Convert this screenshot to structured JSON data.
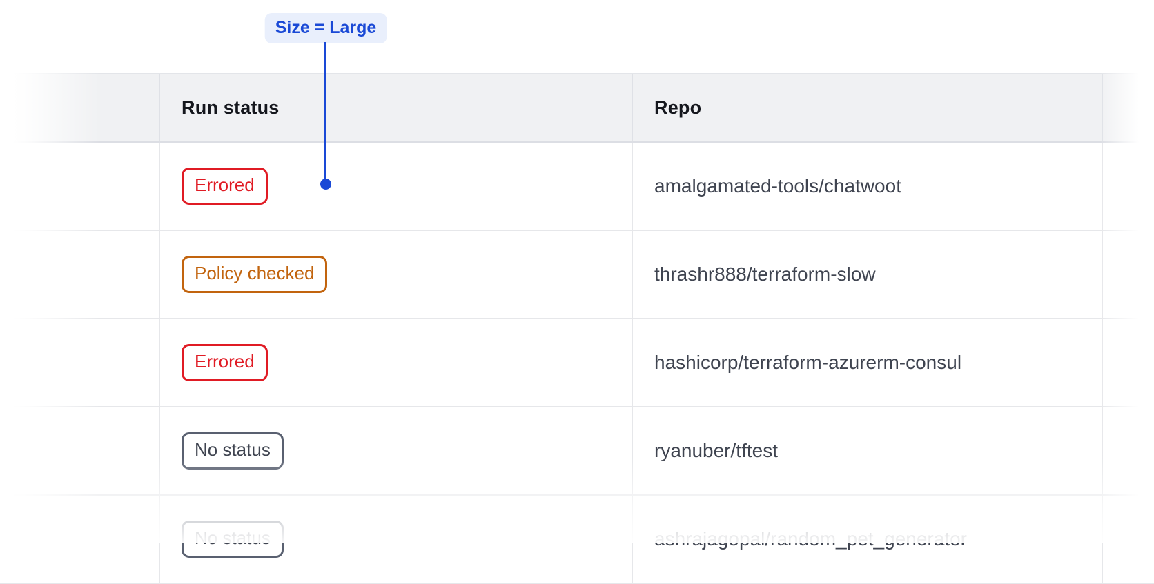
{
  "annotation": {
    "label": "Size = Large",
    "text_color": "#1a49d6",
    "bg_color": "#e9effc"
  },
  "table": {
    "headers": [
      {
        "key": "run_status",
        "label": "Run status"
      },
      {
        "key": "repo",
        "label": "Repo"
      }
    ],
    "rows": [
      {
        "run_status": "Errored",
        "status_type": "errored",
        "repo": "amalgamated-tools/chatwoot"
      },
      {
        "run_status": "Policy checked",
        "status_type": "policy-checked",
        "repo": "thrashr888/terraform-slow"
      },
      {
        "run_status": "Errored",
        "status_type": "errored",
        "repo": "hashicorp/terraform-azurerm-consul"
      },
      {
        "run_status": "No status",
        "status_type": "no-status",
        "repo": "ryanuber/tftest"
      },
      {
        "run_status": "No status",
        "status_type": "no-status",
        "repo": "ashrajagopal/random_pet_generator"
      }
    ],
    "status_colors": {
      "errored": {
        "text": "#e01b24",
        "border": "#e01b24"
      },
      "policy-checked": {
        "text": "#c2640e",
        "border": "#c2640e"
      },
      "no-status": {
        "text": "#3f4450",
        "border": "#596070"
      }
    },
    "header_bg": "#f0f1f3",
    "border_color": "#e6e7ea",
    "header_text_color": "#15171d",
    "body_text_color": "#3f4450"
  }
}
